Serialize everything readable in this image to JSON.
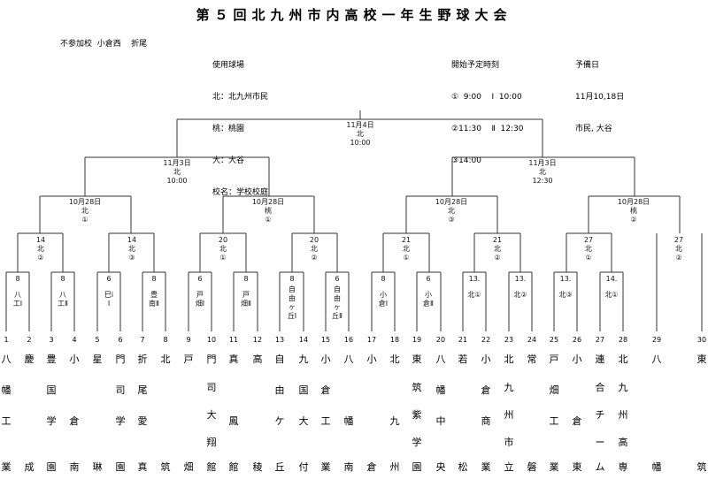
{
  "title": "第５回北九州市内高校一年生野球大会",
  "absent": "不参加校  小倉西    折尾",
  "venues": {
    "heading": "使用球場",
    "lines": [
      "北：北九州市民",
      "桃：桃園",
      "大：大谷",
      "校名：学校校庭"
    ]
  },
  "start_times": {
    "heading": "開始予定時刻",
    "lines": [
      "①  9:00    Ⅰ  10:00",
      "②11:30    Ⅱ  12:30",
      "③14:00"
    ]
  },
  "reserve": {
    "heading": "予備日",
    "lines": [
      "11月10,18日",
      "市民, 大谷"
    ]
  },
  "final": {
    "date": "11月4日",
    "venue": "北",
    "time": "10:00"
  },
  "semis": [
    {
      "date": "11月3日",
      "venue": "北",
      "time": "10:00"
    },
    {
      "date": "11月3日",
      "venue": "北",
      "time": "12:30"
    }
  ],
  "quarters": [
    {
      "date": "10月28日",
      "venue": "北",
      "slot": "①"
    },
    {
      "date": "10月28日",
      "venue": "桃",
      "slot": "①"
    },
    {
      "date": "10月28日",
      "venue": "北",
      "slot": "③"
    },
    {
      "date": "10月28日",
      "venue": "桃",
      "slot": "②"
    }
  ],
  "round2": [
    {
      "date": "14",
      "venue": "北",
      "slot": "②"
    },
    {
      "date": "14",
      "venue": "北",
      "slot": "③"
    },
    {
      "date": "20",
      "venue": "北",
      "slot": "①"
    },
    {
      "date": "20",
      "venue": "北",
      "slot": "②"
    },
    {
      "date": "21",
      "venue": "北",
      "slot": "①"
    },
    {
      "date": "21",
      "venue": "北",
      "slot": "②"
    },
    {
      "date": "27",
      "venue": "北",
      "slot": "①"
    },
    {
      "date": "27",
      "venue": "北",
      "slot": "②"
    }
  ],
  "round1": [
    {
      "date": "8",
      "code": "八工Ⅰ"
    },
    {
      "date": "8",
      "code": "八工Ⅱ"
    },
    {
      "date": "6",
      "code": "巳ⅰⅠ"
    },
    {
      "date": "8",
      "code": "豊南Ⅱ"
    },
    {
      "date": "6",
      "code": "戸畑Ⅰ"
    },
    {
      "date": "8",
      "code": "戸畑Ⅱ"
    },
    {
      "date": "8",
      "code": "自由ヶ丘Ⅰ"
    },
    {
      "date": "6",
      "code": "自由ヶ丘Ⅱ"
    },
    {
      "date": "8",
      "code": "小倉Ⅰ"
    },
    {
      "date": "6",
      "code": "小倉Ⅱ"
    },
    {
      "date": "13.",
      "code": "北①"
    },
    {
      "date": "13.",
      "code": "北②"
    },
    {
      "date": "13.",
      "code": "北③"
    },
    {
      "date": "14.",
      "code": "北①"
    }
  ],
  "numbers": [
    "1",
    "2",
    "3",
    "4",
    "5",
    "6",
    "7",
    "8",
    "9",
    "10",
    "11",
    "12",
    "13",
    "14",
    "15",
    "16",
    "17",
    "18",
    "19",
    "20",
    "21",
    "22",
    "23",
    "24",
    "25",
    "26",
    "27",
    "28",
    "29",
    "30"
  ],
  "teams": [
    [
      "八",
      "幡",
      "工",
      "業"
    ],
    [
      "慶",
      "",
      "",
      "成"
    ],
    [
      "豊",
      "国",
      "学",
      "園"
    ],
    [
      "小",
      "",
      "倉",
      "南"
    ],
    [
      "星",
      "",
      "",
      "琳"
    ],
    [
      "門",
      "司",
      "学",
      "園"
    ],
    [
      "折",
      "尾",
      "愛",
      "真"
    ],
    [
      "北",
      "",
      "",
      "筑"
    ],
    [
      "戸",
      "",
      "",
      "畑"
    ],
    [
      "門",
      "司",
      "大",
      "翔",
      "館"
    ],
    [
      "真",
      "",
      "鳳",
      "館"
    ],
    [
      "高",
      "",
      "",
      "稜"
    ],
    [
      "自",
      "由",
      "ケ",
      "丘"
    ],
    [
      "九",
      "国",
      "大",
      "付"
    ],
    [
      "小",
      "倉",
      "工",
      "業"
    ],
    [
      "八",
      "",
      "幡",
      "南"
    ],
    [
      "小",
      "",
      "",
      "倉"
    ],
    [
      "北",
      "",
      "九",
      "州"
    ],
    [
      "東",
      "筑",
      "紫",
      "学",
      "園"
    ],
    [
      "八",
      "幡",
      "中",
      "央"
    ],
    [
      "若",
      "",
      "",
      "松"
    ],
    [
      "小",
      "倉",
      "商",
      "業"
    ],
    [
      "北",
      "九",
      "州",
      "市",
      "立"
    ],
    [
      "常",
      "",
      "",
      "磐"
    ],
    [
      "戸",
      "畑",
      "工",
      "業"
    ],
    [
      "小",
      "",
      "倉",
      "東"
    ],
    [
      "連",
      "合",
      "チ",
      "ー",
      "ム"
    ],
    [
      "北",
      "九",
      "州",
      "高",
      "専"
    ],
    [
      "八",
      "",
      "",
      "幡"
    ],
    [
      "東",
      "",
      "",
      "筑"
    ]
  ]
}
